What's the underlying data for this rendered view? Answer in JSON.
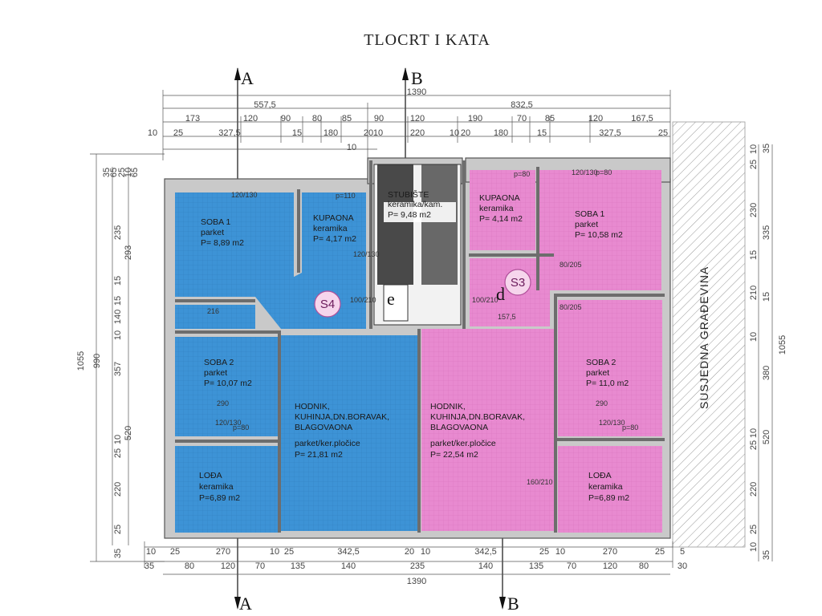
{
  "title": "TLOCRT I KATA",
  "sections": {
    "a": "A",
    "b": "B"
  },
  "units": {
    "s4": "S4",
    "s3": "S3"
  },
  "markers": {
    "e": "e",
    "d": "d"
  },
  "neighbor": "SUSJEDNA GRAĐEVINA",
  "dims_top_total": "1390",
  "dims_top_split": [
    "557,5",
    "832,5"
  ],
  "dims_top_row": [
    "173",
    "120",
    "90",
    "80",
    "85",
    "90",
    "120",
    "190",
    "70",
    "85",
    "120",
    "167,5"
  ],
  "dims_top_row2": [
    "10",
    "25",
    "327,5",
    "15",
    "180",
    "20",
    "10",
    "220",
    "10",
    "20",
    "180",
    "15",
    "327,5",
    "25"
  ],
  "dims_top_row3": [
    "10"
  ],
  "dims_bottom_row1": [
    "10",
    "25",
    "270",
    "10",
    "25",
    "342,5",
    "20",
    "10",
    "342,5",
    "25",
    "10",
    "270",
    "25",
    "5"
  ],
  "dims_bottom_row2": [
    "35",
    "80",
    "120",
    "70",
    "135",
    "140",
    "235",
    "140",
    "135",
    "70",
    "120",
    "80",
    "30"
  ],
  "dims_bottom_total": "1390",
  "dims_left": [
    "35",
    "65",
    "25",
    "10",
    "65",
    "235",
    "293",
    "15",
    "15",
    "140",
    "10",
    "357",
    "990",
    "1055",
    "520",
    "10",
    "25",
    "220",
    "25",
    "35"
  ],
  "dims_right": [
    "35",
    "10",
    "25",
    "230",
    "335",
    "15",
    "210",
    "15",
    "10",
    "380",
    "1055",
    "10",
    "25",
    "520",
    "220",
    "25",
    "10",
    "35"
  ],
  "rooms": [
    {
      "name": "SOBA 1",
      "floor": "parket",
      "area": "P= 8,89 m2"
    },
    {
      "name": "KUPAONA",
      "floor": "keramika",
      "area": "P= 4,17 m2"
    },
    {
      "name": "STUBIŠTE",
      "floor": "keramika/kam.",
      "area": "P= 9,48 m2"
    },
    {
      "name": "KUPAONA",
      "floor": "keramika",
      "area": "P= 4,14 m2"
    },
    {
      "name": "SOBA 1",
      "floor": "parket",
      "area": "P= 10,58 m2"
    },
    {
      "name": "SOBA 2",
      "floor": "parket",
      "area": "P= 10,07 m2"
    },
    {
      "name": "HODNIK,",
      "floor": "KUHINJA,DN.BORAVAK,",
      "extra": "BLAGOVAONA",
      "finish": "parket/ker.pločice",
      "area": "P= 21,81 m2"
    },
    {
      "name": "HODNIK,",
      "floor": "KUHINJA,DN.BORAVAK,",
      "extra": "BLAGOVAONA",
      "finish": "parket/ker.pločice",
      "area": "P= 22,54 m2"
    },
    {
      "name": "SOBA 2",
      "floor": "parket",
      "area": "P= 11,0 m2"
    },
    {
      "name": "LOĐA",
      "floor": "keramika",
      "area": "P=6,89 m2"
    },
    {
      "name": "LOĐA",
      "floor": "keramika",
      "area": "P=6,89 m2"
    }
  ],
  "annotations": [
    "216",
    "290",
    "290",
    "157,5",
    "p=80",
    "p=80",
    "p=80",
    "p=80",
    "p=110",
    "80/205",
    "80/205",
    "100/210",
    "100/210",
    "120/130",
    "120/130",
    "120/130",
    "120/130",
    "120/130",
    "160/210"
  ],
  "colors": {
    "blue_unit": "#3d93d6",
    "pink_unit": "#e88ad0",
    "wall": "#7a7a7a",
    "stair": "#2b2b2b"
  }
}
